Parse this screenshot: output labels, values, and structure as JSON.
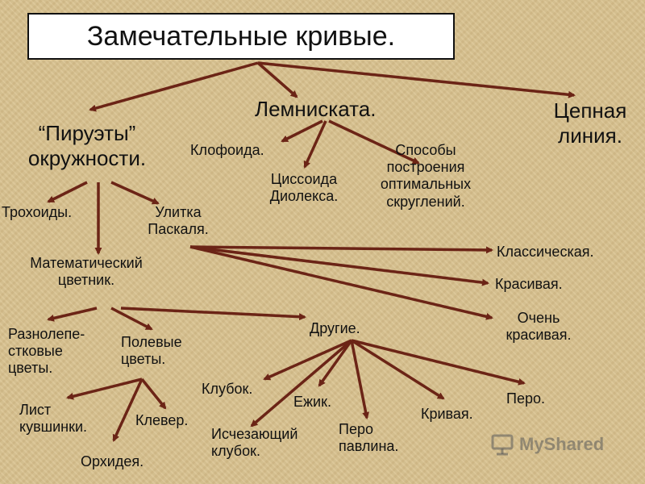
{
  "title": "Замечательные кривые.",
  "nodes": {
    "piruety": "“Пируэты”\nокружности.",
    "lemniskata": "Лемниската.",
    "tsepnaya": "Цепная\nлиния.",
    "klofoida": "Клофоида.",
    "tsissoida": "Циссоида\nДиолекса.",
    "sposoby": "Способы\nпостроения\nоптимальных\nскруглений.",
    "trokhoidy": "Трохоиды.",
    "ulitka": "Улитка\nПаскаля.",
    "tsvetnik": "Математический\nцветник.",
    "klassicheskaya": "Классическая.",
    "krasivaya": "Красивая.",
    "ochen": "Очень\nкрасивая.",
    "raznolep": "Разнолепе-\nстковые\nцветы.",
    "polevye": "Полевые\nцветы.",
    "drugie": "Другие.",
    "list": "Лист\nкувшинки.",
    "orkhideya": "Орхидея.",
    "klever": "Клевер.",
    "klubok": "Клубок.",
    "ischez": "Исчезающий\nклубок.",
    "ezhik": "Ежик.",
    "pero_pavlina": "Перо\nпавлина.",
    "krivaya": "Кривая.",
    "pero": "Перо."
  },
  "watermark": {
    "text": "MyShared",
    "icon": "presentation-board-icon"
  },
  "colors": {
    "arrow": "#6b2416",
    "background": "#d9c28f"
  }
}
